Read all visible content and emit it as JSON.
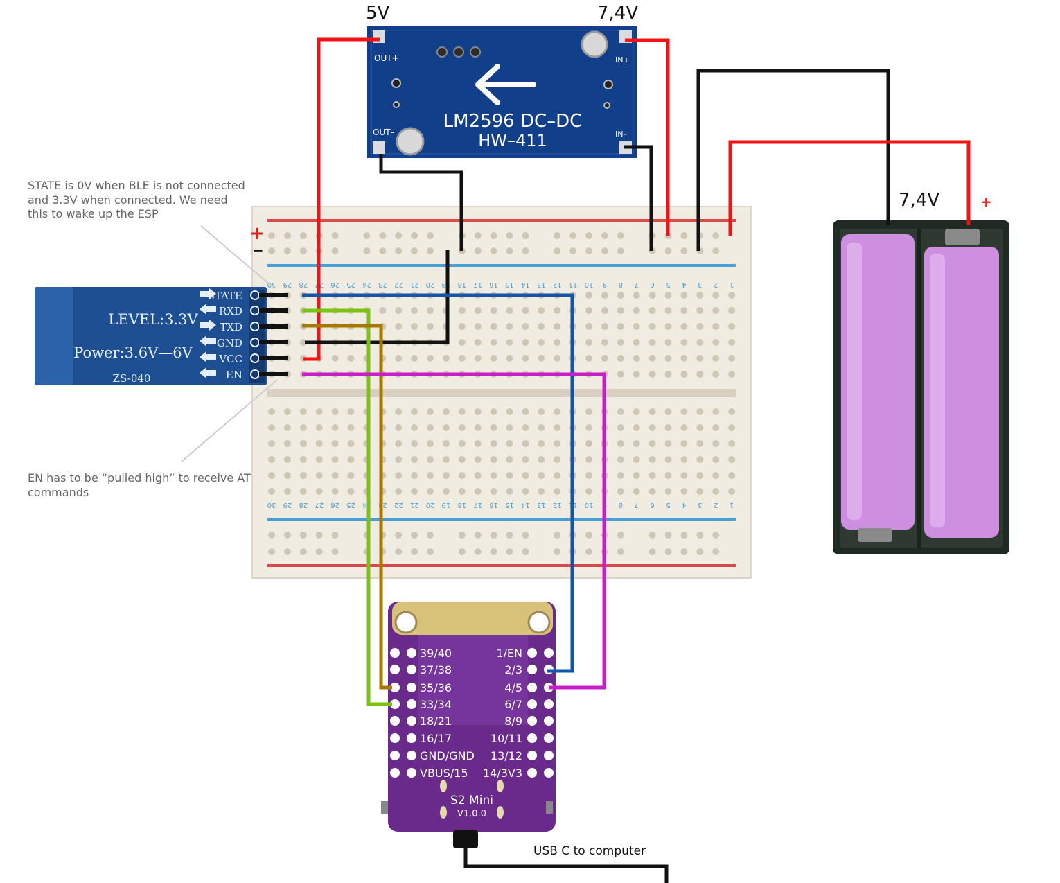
{
  "labels": {
    "buck_out_voltage": "5V",
    "buck_in_voltage": "7,4V",
    "battery_voltage": "7,4V",
    "battery_plus": "+",
    "breadboard_plus": "+",
    "breadboard_minus": "−",
    "usb_note": "USB C to computer"
  },
  "notes": {
    "state_note": [
      "STATE is 0V when BLE is not connected",
      "and 3.3V when connected. We need",
      "this to wake up the ESP"
    ],
    "en_note": [
      "EN has to be “pulled high” to receive AT",
      "commands"
    ]
  },
  "buck_module": {
    "title": "LM2596 DC–DC",
    "model": "HW–411",
    "pins": {
      "out_plus": "OUT+",
      "out_minus": "OUT–",
      "in_plus": "IN+",
      "in_minus": "IN–"
    }
  },
  "ble_module": {
    "level": "LEVEL:3.3V",
    "power": "Power:3.6V—6V",
    "model": "ZS-040",
    "pins": [
      "STATE",
      "RXD",
      "TXD",
      "GND",
      "VCC",
      "EN"
    ]
  },
  "esp_board": {
    "name": "S2  Mini",
    "version": "V1.0.0",
    "left_pins": [
      "39/40",
      "37/38",
      "35/36",
      "33/34",
      "18/21",
      "16/17",
      "GND/GND",
      "VBUS/15"
    ],
    "right_pins": [
      "1/EN",
      "2/3",
      "4/5",
      "6/7",
      "8/9",
      "10/11",
      "13/12",
      "14/3V3"
    ]
  },
  "breadboard": {
    "column_numbers": [
      "30",
      "29",
      "28",
      "27",
      "26",
      "25",
      "24",
      "23",
      "22",
      "21",
      "20",
      "19",
      "18",
      "17",
      "16",
      "15",
      "14",
      "13",
      "12",
      "11",
      "10",
      "9",
      "8",
      "7",
      "6",
      "5",
      "4",
      "3",
      "2",
      "1"
    ]
  },
  "colors": {
    "red_wire": "#f01414",
    "black_wire": "#111111",
    "blue_wire": "#1455a8",
    "green_wire": "#7ac314",
    "brown_wire": "#a87800",
    "purple_wire": "#c81ec8",
    "battery": "#cf8fe0",
    "buck_pcb": "#123f8a",
    "ble_pcb": "#1e4f92",
    "esp_pcb": "#6a2a8c"
  }
}
